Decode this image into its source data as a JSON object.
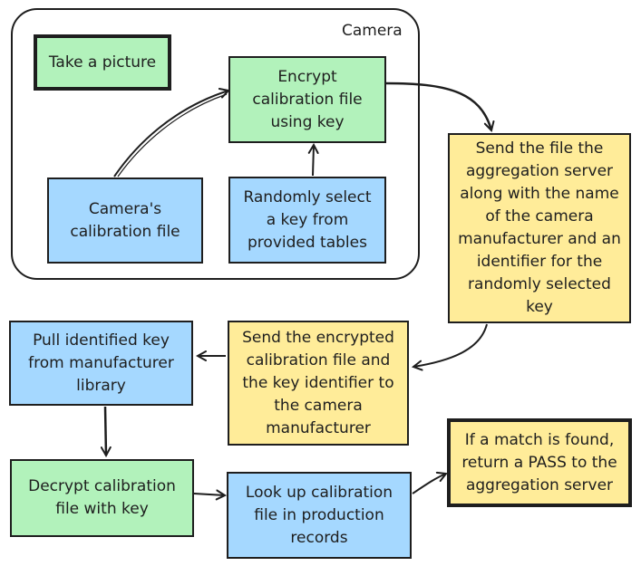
{
  "camera_group": {
    "label": "Camera"
  },
  "nodes": {
    "take_picture": "Take a picture",
    "encrypt": "Encrypt calibration file using key",
    "calibration_file": "Camera's calibration file",
    "random_key": "Randomly select a key from provided tables",
    "send_aggregation": "Send the file the aggregation server along with the name of the camera manufacturer and an identifier for the randomly selected key",
    "send_manufacturer": "Send the encrypted calibration file and the key identifier to the camera manufacturer",
    "pull_key": "Pull identified key from manufacturer library",
    "decrypt": "Decrypt calibration file with key",
    "lookup": "Look up calibration file in production records",
    "match_found": "If a match is found, return a PASS to the aggregation server"
  },
  "colors": {
    "green": "#b2f2bb",
    "blue": "#a5d8ff",
    "yellow": "#ffec99",
    "stroke": "#1e1e1e"
  }
}
